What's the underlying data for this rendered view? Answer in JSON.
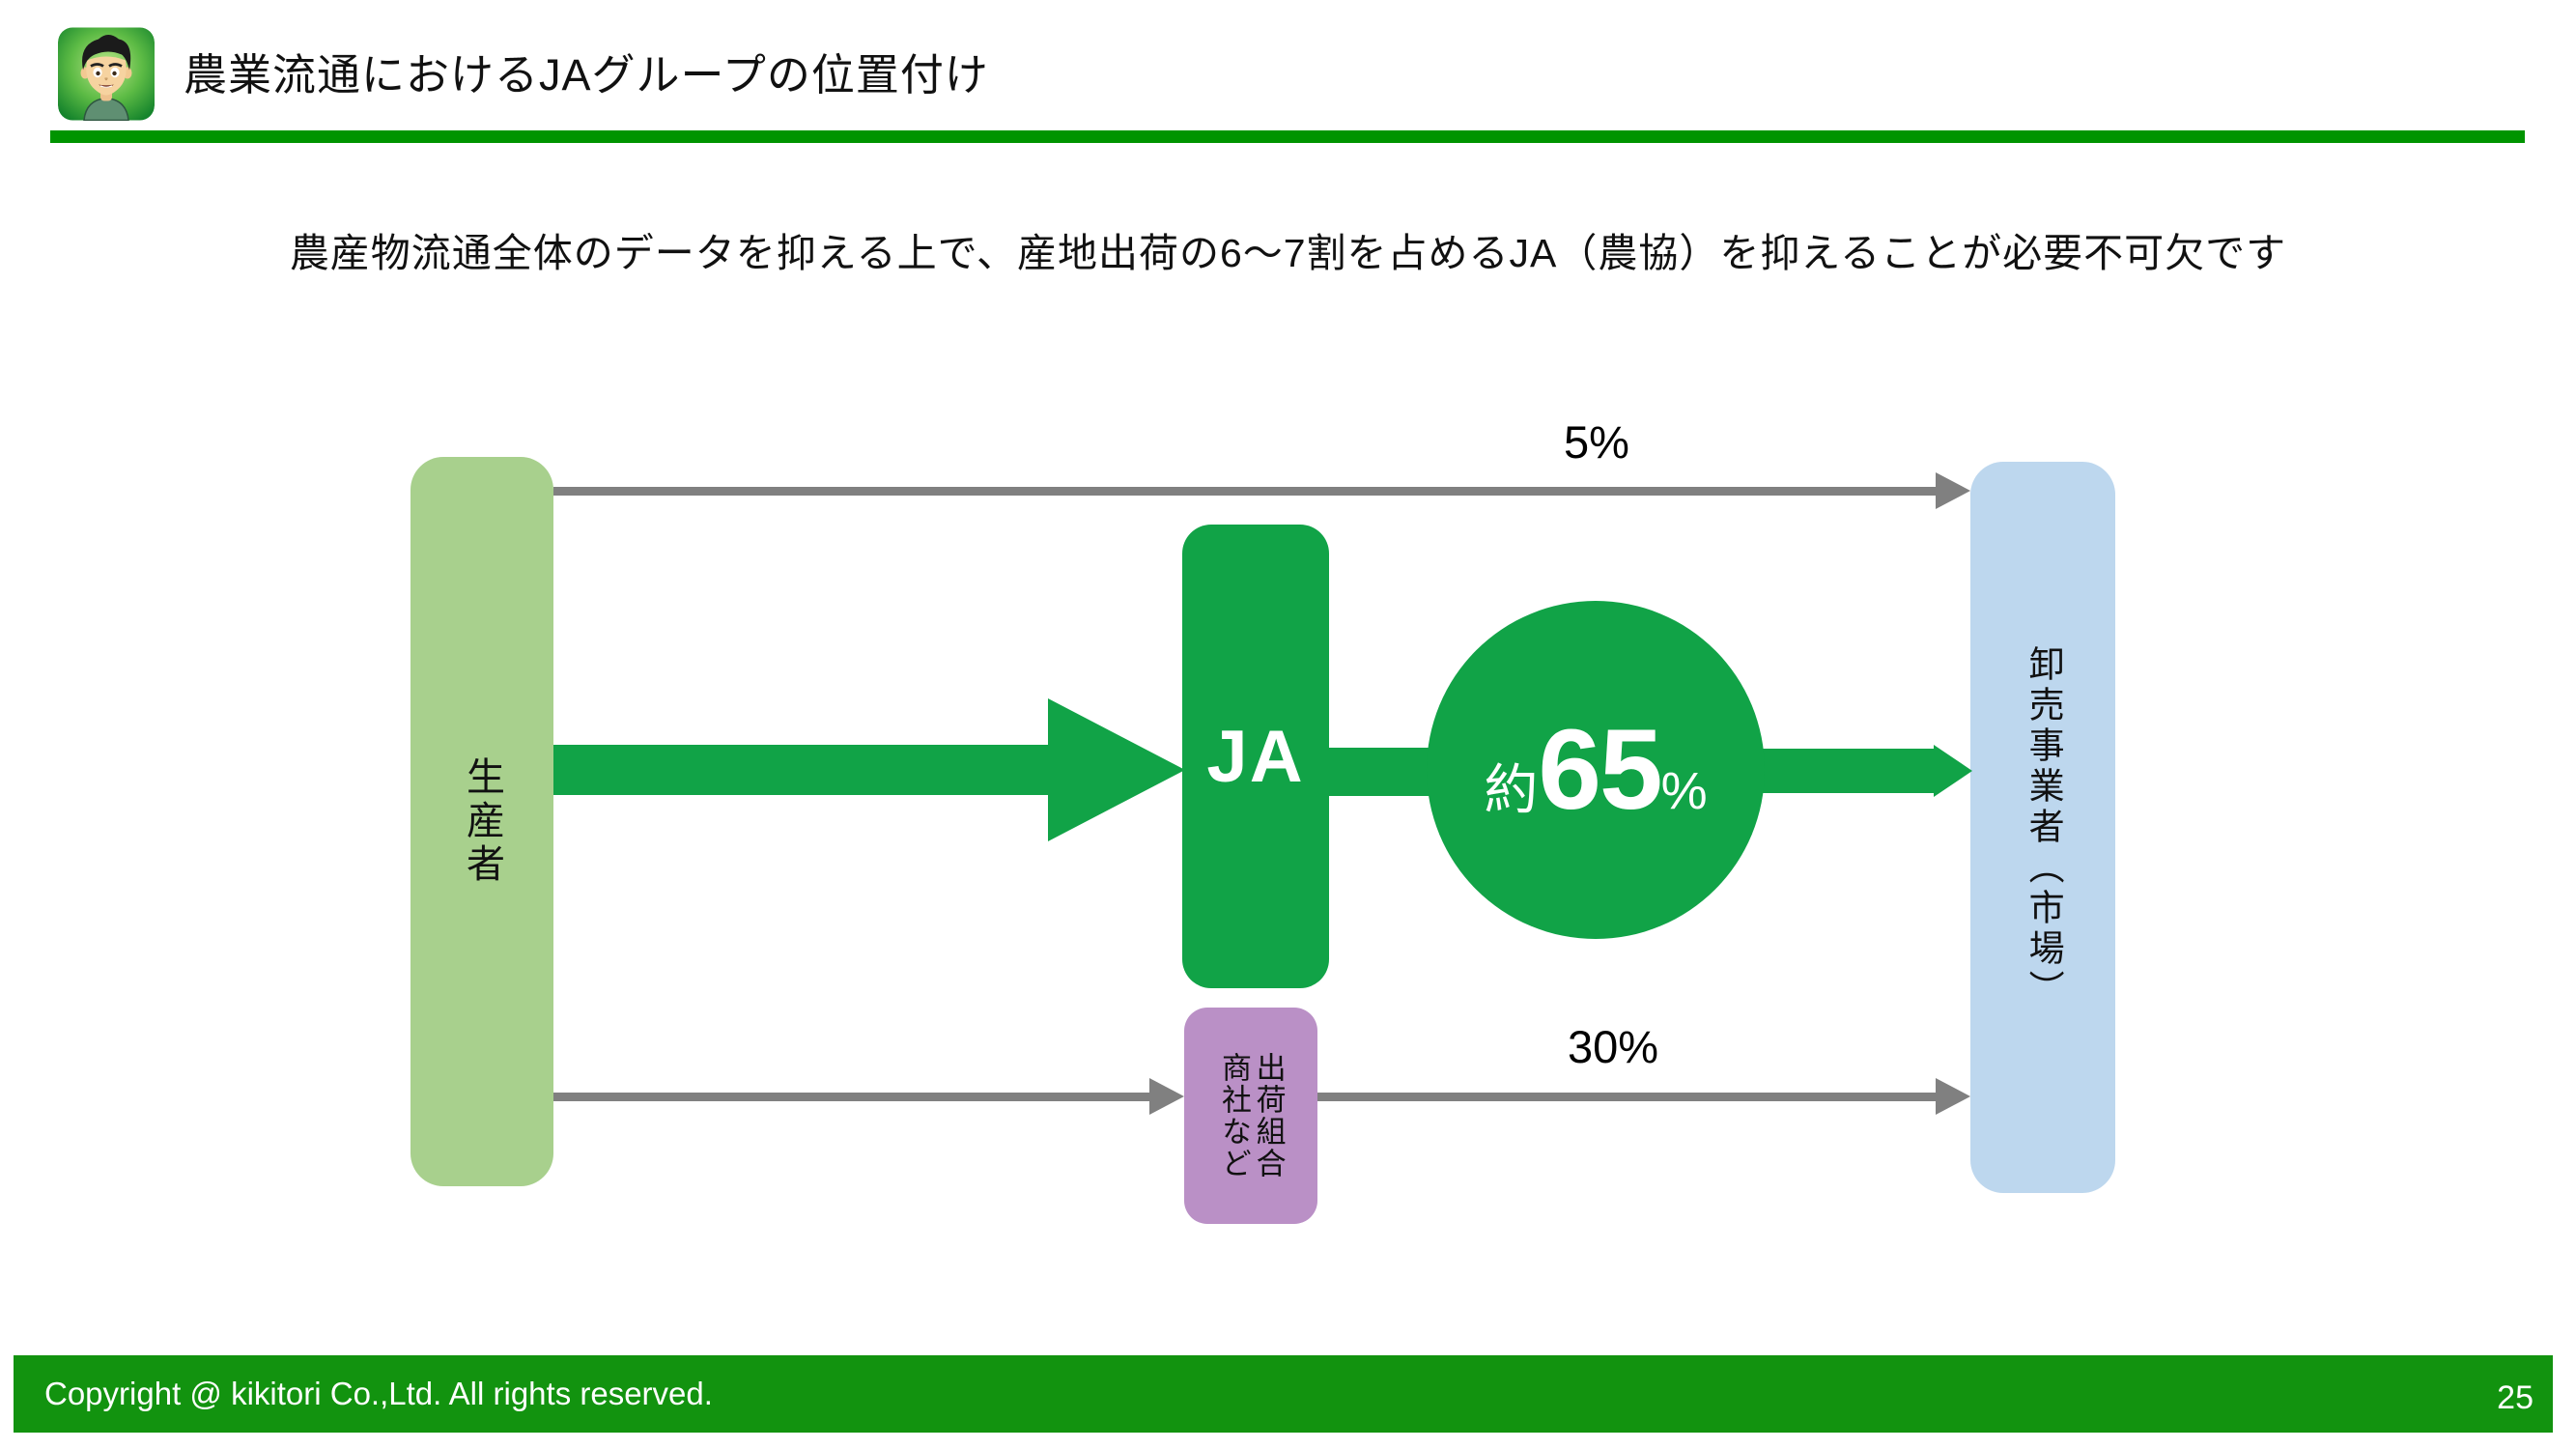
{
  "header": {
    "title": "農業流通におけるJAグループの位置付け"
  },
  "lead": "農産物流通全体のデータを抑える上で、産地出荷の6～7割を占めるJA（農協）を抑えることが必要不可欠です",
  "diagram": {
    "nodes": {
      "producer": "生産者",
      "ja": "JA",
      "shipping_group": "出荷組合\n商社など",
      "wholesaler": "卸売事業者（市場）"
    },
    "flows": {
      "direct": {
        "label": "5%"
      },
      "via_ja": {
        "prefix": "約",
        "value": "65",
        "suffix": "%"
      },
      "via_group": {
        "label": "30%"
      }
    }
  },
  "footer": {
    "copyright": "Copyright @ kikitori Co.,Ltd. All rights reserved.",
    "page_number": "25"
  },
  "colors": {
    "accent-green": "#11A347",
    "rule-green": "#009400",
    "footer-green": "#12930F",
    "light-green": "#A8D08D",
    "light-blue": "#BDD7EE",
    "purple": "#BA90C6",
    "gray": "#808080"
  }
}
